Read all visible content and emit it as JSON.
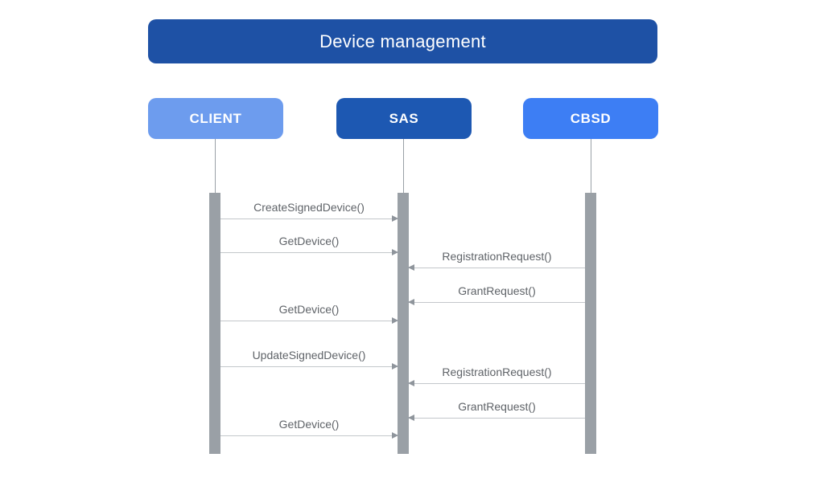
{
  "diagram": {
    "title": "Device management",
    "actors": [
      {
        "name": "CLIENT",
        "color": "#6d9cee"
      },
      {
        "name": "SAS",
        "color": "#1d58b2"
      },
      {
        "name": "CBSD",
        "color": "#3d7ef4"
      }
    ],
    "messages": [
      {
        "label": "CreateSignedDevice()",
        "from": "CLIENT",
        "to": "SAS"
      },
      {
        "label": "GetDevice()",
        "from": "CLIENT",
        "to": "SAS"
      },
      {
        "label": "RegistrationRequest()",
        "from": "CBSD",
        "to": "SAS"
      },
      {
        "label": "GrantRequest()",
        "from": "CBSD",
        "to": "SAS"
      },
      {
        "label": "GetDevice()",
        "from": "CLIENT",
        "to": "SAS"
      },
      {
        "label": "UpdateSignedDevice()",
        "from": "CLIENT",
        "to": "SAS"
      },
      {
        "label": "RegistrationRequest()",
        "from": "CBSD",
        "to": "SAS"
      },
      {
        "label": "GrantRequest()",
        "from": "CBSD",
        "to": "SAS"
      },
      {
        "label": "GetDevice()",
        "from": "CLIENT",
        "to": "SAS"
      }
    ],
    "colors": {
      "banner": "#1e51a5",
      "actor_client": "#6d9cee",
      "actor_sas": "#1d58b2",
      "actor_cbsd": "#3d7ef4",
      "activation_bar": "#9aa0a6",
      "arrow_line": "#c3c7cb",
      "arrowhead": "#8f959c",
      "label_text": "#5f6368"
    }
  }
}
